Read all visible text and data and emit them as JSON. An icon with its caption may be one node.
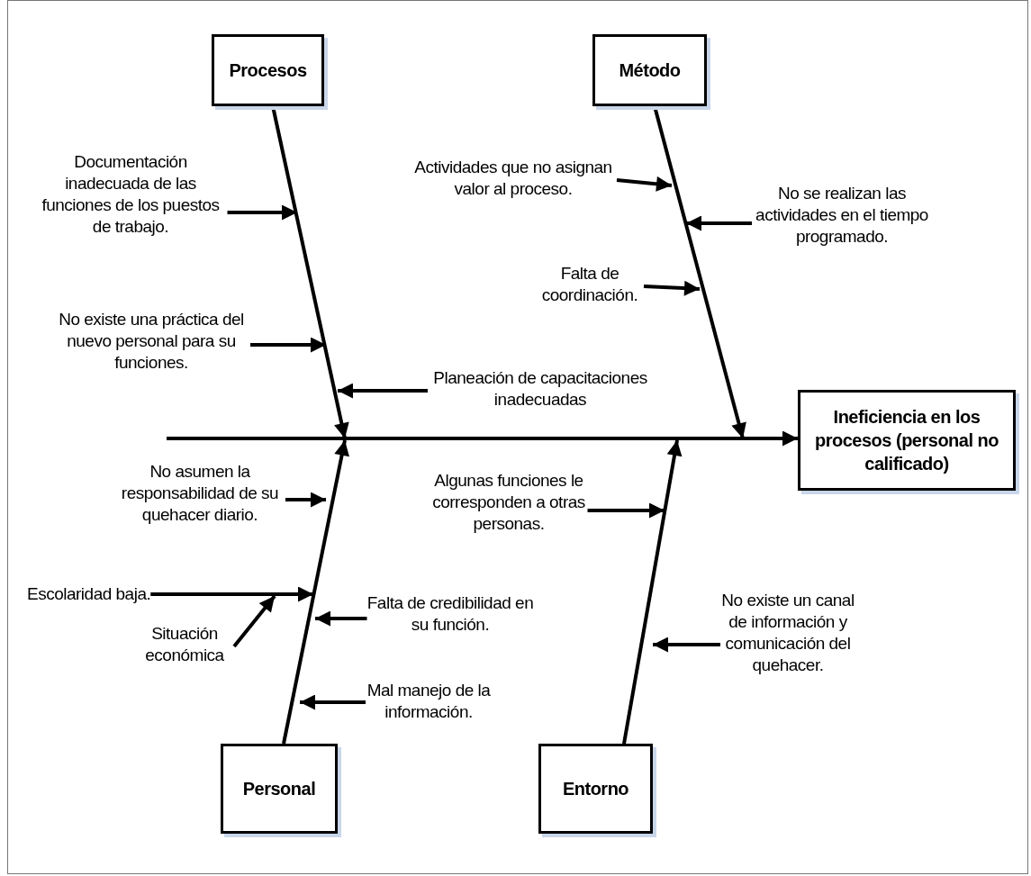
{
  "diagram": {
    "nodes": [
      {
        "text": [
          "Procesos"
        ]
      },
      {
        "text": [
          "Método"
        ]
      },
      {
        "text": [
          "Documentación inadecuada de las funciones de los puestos de trabajo."
        ]
      },
      {
        "text": [
          "Actividades que no asignan valor al proceso."
        ]
      },
      {
        "text": [
          "No se realizan las actividades en el tiempo programado."
        ]
      },
      {
        "text": [
          "Falta de coordinación."
        ]
      },
      {
        "text": [
          "No existe una práctica del nuevo personal para su funciones."
        ]
      },
      {
        "text": [
          "Planeación de capacitaciones inadecuadas"
        ]
      },
      {
        "text": [
          "Ineficiencia en los procesos (personal no calificado)"
        ]
      },
      {
        "text": [
          "No asumen la responsabilidad de su quehacer diario."
        ]
      },
      {
        "text": [
          "Algunas funciones le corresponden a otras personas."
        ]
      },
      {
        "text": [
          "Escolaridad baja."
        ]
      },
      {
        "text": [
          "Falta de credibilidad en su función."
        ]
      },
      {
        "text": [
          "Situación económica"
        ]
      },
      {
        "text": [
          "No existe un canal de información y comunicación del quehacer."
        ]
      },
      {
        "text": [
          "Mal manejo de la información."
        ]
      },
      {
        "text": [
          "Personal"
        ]
      },
      {
        "text": [
          "Entorno"
        ]
      }
    ],
    "edges": [
      {
        "from": null,
        "to": 8,
        "arrow": "to"
      },
      {
        "from": 0,
        "to": null,
        "arrow": "to"
      },
      {
        "from": 1,
        "to": null,
        "arrow": "to"
      },
      {
        "from": 16,
        "to": null,
        "arrow": "to"
      },
      {
        "from": 17,
        "to": null,
        "arrow": "to"
      },
      {
        "from": 2,
        "to": null,
        "arrow": "to"
      },
      {
        "from": 3,
        "to": null,
        "arrow": "to"
      },
      {
        "from": 4,
        "to": null,
        "arrow": "to"
      },
      {
        "from": 5,
        "to": null,
        "arrow": "to"
      },
      {
        "from": 6,
        "to": null,
        "arrow": "to"
      },
      {
        "from": 7,
        "to": null,
        "arrow": "to"
      },
      {
        "from": 9,
        "to": null,
        "arrow": "to"
      },
      {
        "from": 10,
        "to": null,
        "arrow": "to"
      },
      {
        "from": 11,
        "to": null,
        "arrow": "to"
      },
      {
        "from": 12,
        "to": null,
        "arrow": "to"
      },
      {
        "from": 13,
        "to": null,
        "arrow": "to"
      },
      {
        "from": 14,
        "to": null,
        "arrow": "to"
      },
      {
        "from": 15,
        "to": null,
        "arrow": "to"
      }
    ]
  }
}
